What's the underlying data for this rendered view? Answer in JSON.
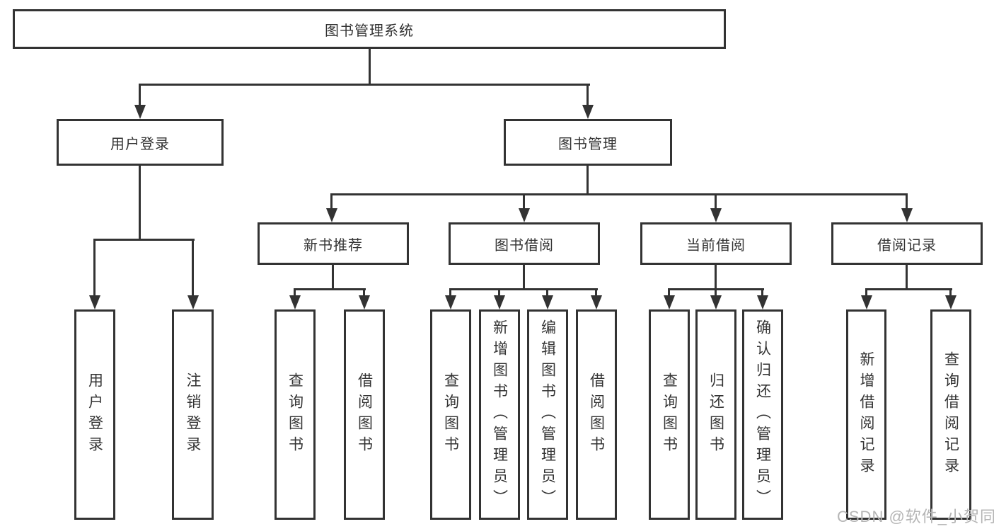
{
  "diagram": {
    "root": {
      "label": "图书管理系统"
    },
    "branches": {
      "user_login": {
        "label": "用户登录",
        "children": [
          {
            "label": "用户登录"
          },
          {
            "label": "注销登录"
          }
        ]
      },
      "book_management": {
        "label": "图书管理",
        "sections": [
          {
            "label": "新书推荐",
            "children": [
              {
                "label": "查询图书"
              },
              {
                "label": "借阅图书"
              }
            ]
          },
          {
            "label": "图书借阅",
            "children": [
              {
                "label": "查询图书"
              },
              {
                "label": "新增图书（管理员）"
              },
              {
                "label": "编辑图书（管理员）"
              },
              {
                "label": "借阅图书"
              }
            ]
          },
          {
            "label": "当前借阅",
            "children": [
              {
                "label": "查询图书"
              },
              {
                "label": "归还图书"
              },
              {
                "label": "确认归还（管理员）"
              }
            ]
          },
          {
            "label": "借阅记录",
            "children": [
              {
                "label": "新增借阅记录"
              },
              {
                "label": "查询借阅记录"
              }
            ]
          }
        ]
      }
    },
    "watermark": "CSDN @软件_小贺同学",
    "colors": {
      "line": "#333333",
      "text": "#333333",
      "watermark": "#b5b5b5",
      "background": "#ffffff"
    }
  }
}
